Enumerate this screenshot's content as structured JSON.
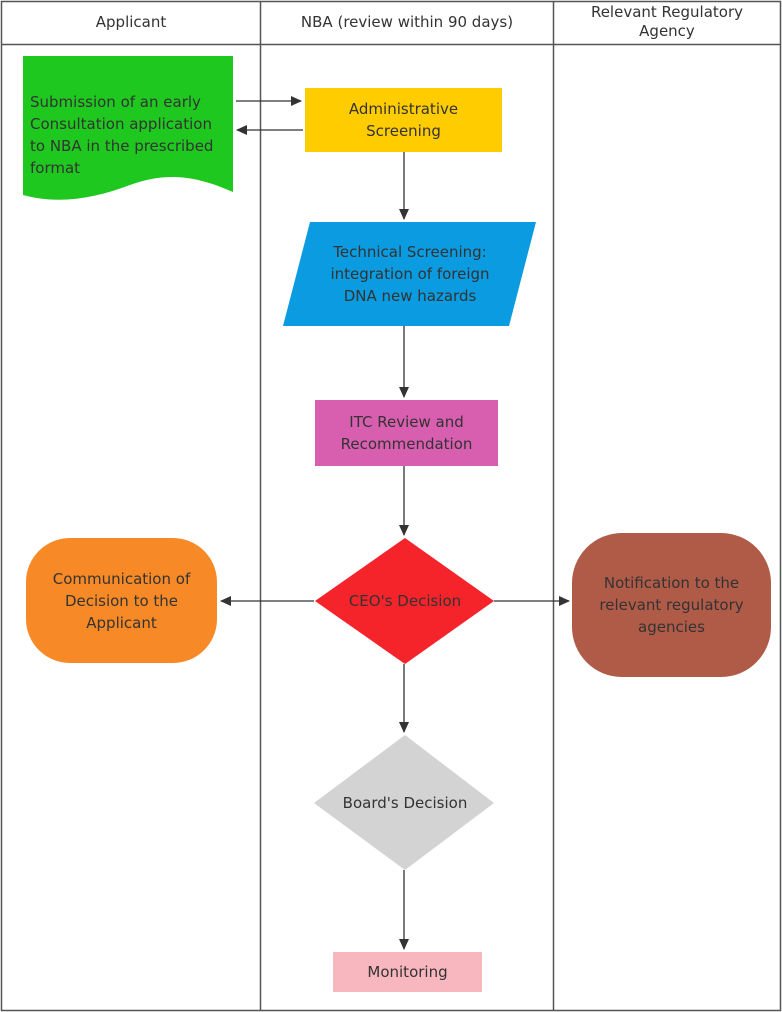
{
  "lanes": {
    "applicant": "Applicant",
    "nba": "NBA (review within 90 days)",
    "agency": "Relevant Regulatory\nAgency"
  },
  "nodes": {
    "submission": "Submission of an early\nConsultation application\nto NBA in the prescribed\nformat",
    "admin": "Administrative\nScreening",
    "technical": "Technical Screening:\nintegration of foreign\nDNA new hazards",
    "itc": "ITC Review and\nRecommendation",
    "ceo": "CEO's Decision",
    "communication": "Communication of\nDecision to the\nApplicant",
    "notification": "Notification to the\nrelevant regulatory\nagencies",
    "board": "Board's Decision",
    "monitoring": "Monitoring"
  },
  "colors": {
    "submission": "#1ec81e",
    "admin": "#ffcc00",
    "technical": "#0a9be0",
    "itc": "#d85fb0",
    "ceo": "#f5242b",
    "communication": "#f78a26",
    "notification": "#b05a48",
    "board": "#d3d3d3",
    "monitoring": "#f8b6bf"
  }
}
